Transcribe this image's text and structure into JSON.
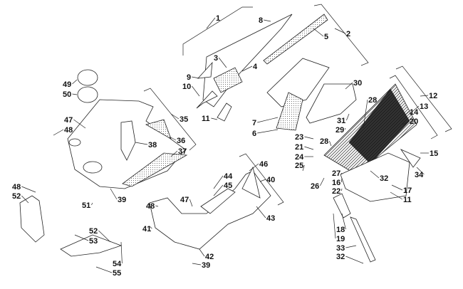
{
  "diagram": {
    "type": "exploded-parts-diagram",
    "callouts": [
      "1",
      "2",
      "3",
      "4",
      "5",
      "6",
      "7",
      "8",
      "9",
      "10",
      "11",
      "11",
      "12",
      "13",
      "14",
      "15",
      "16",
      "17",
      "18",
      "19",
      "20",
      "21",
      "22",
      "23",
      "24",
      "25",
      "26",
      "27",
      "28",
      "28",
      "29",
      "30",
      "31",
      "32",
      "32",
      "33",
      "34",
      "35",
      "36",
      "37",
      "38",
      "39",
      "39",
      "40",
      "41",
      "42",
      "43",
      "44",
      "45",
      "46",
      "47",
      "47",
      "48",
      "48",
      "48",
      "49",
      "50",
      "51",
      "52",
      "52",
      "53",
      "54",
      "55"
    ]
  }
}
